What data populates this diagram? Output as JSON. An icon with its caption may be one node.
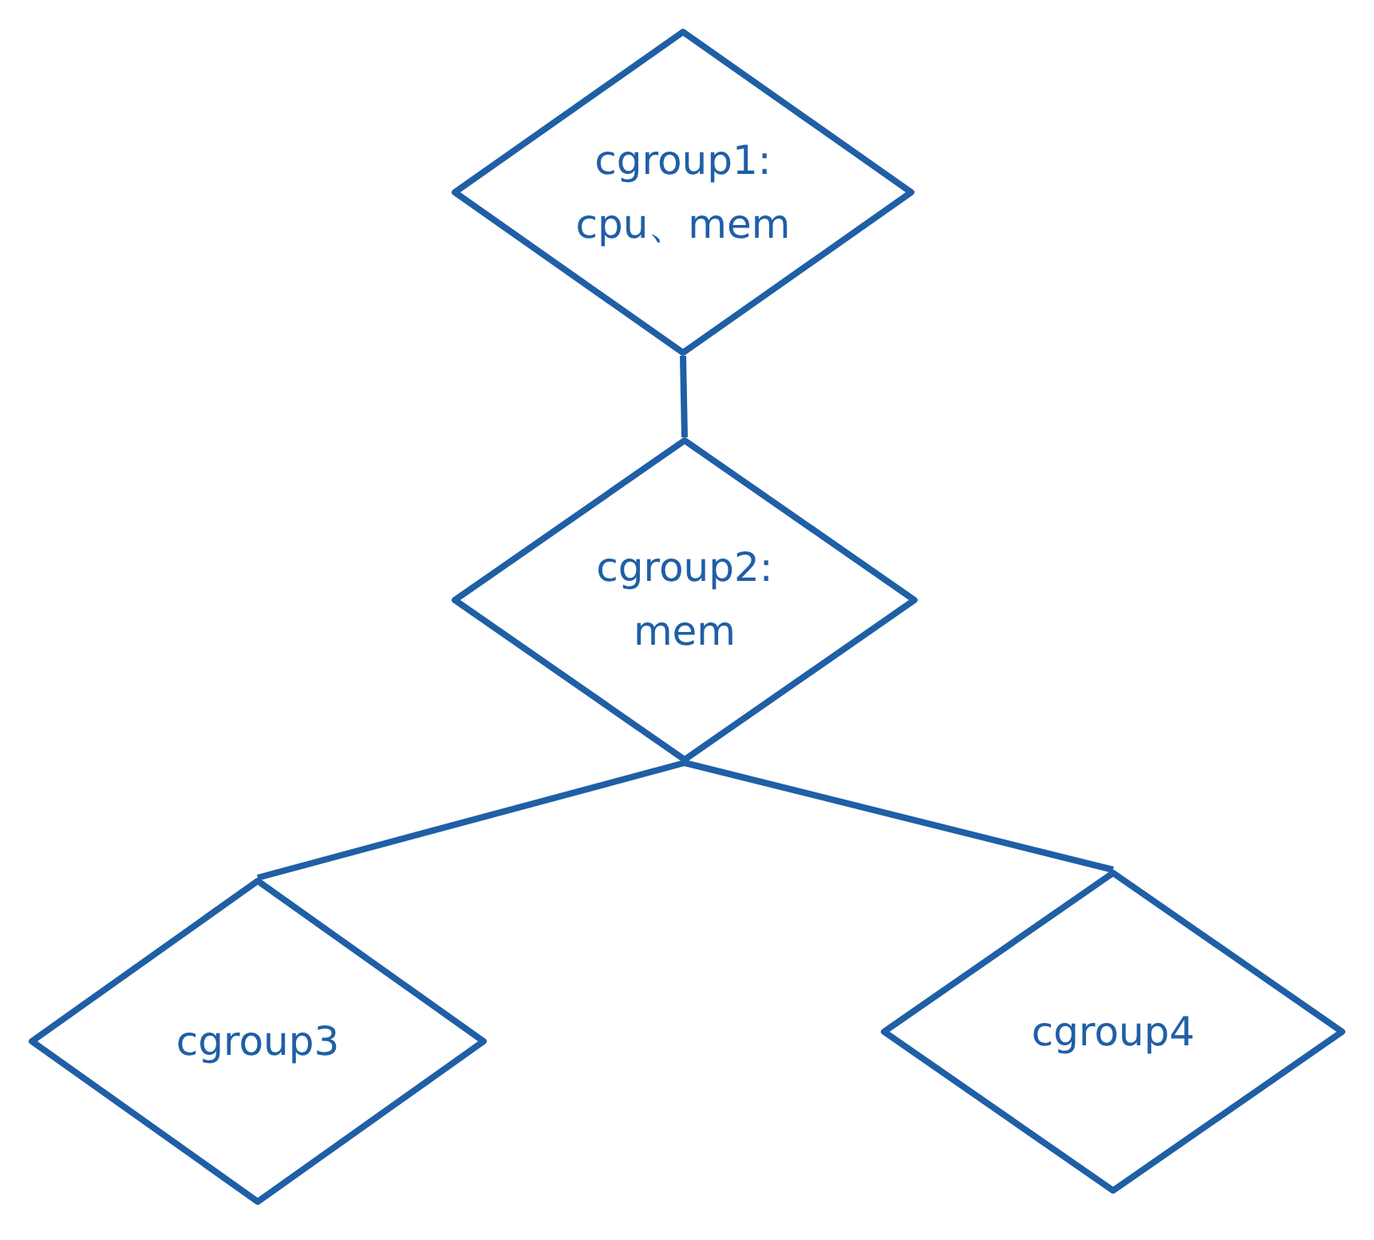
{
  "diagram": {
    "nodes": [
      {
        "text": [
          "cgroup1: cpu、mem"
        ]
      },
      {
        "text": [
          "cgroup2: mem"
        ]
      },
      {
        "text": [
          "cgroup3"
        ]
      },
      {
        "text": [
          "cgroup4"
        ]
      }
    ],
    "edges": [
      {
        "from": 0,
        "to": 1,
        "arrow": "none"
      },
      {
        "from": 1,
        "to": 2,
        "arrow": "none"
      },
      {
        "from": 1,
        "to": 3,
        "arrow": "none"
      }
    ]
  }
}
